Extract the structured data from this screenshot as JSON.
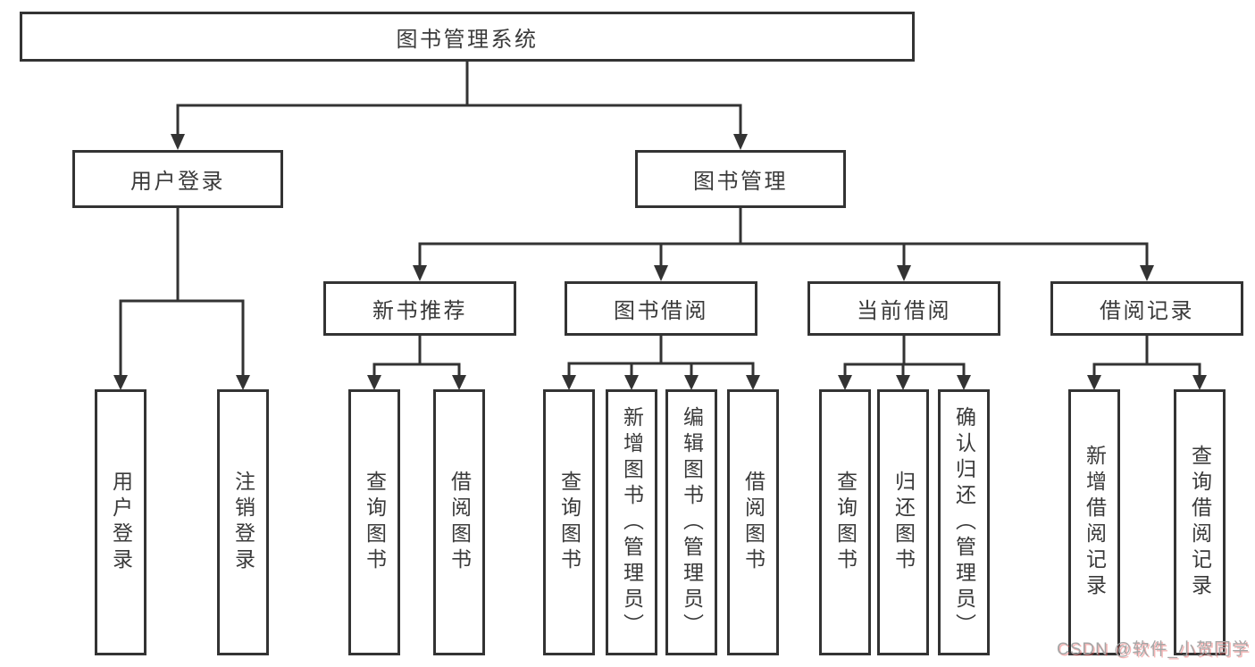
{
  "diagram": {
    "type": "hierarchy-flowchart",
    "title": "图书管理系统"
  },
  "tree": {
    "label": "图书管理系统",
    "children": [
      {
        "label": "用户登录",
        "children": [
          {
            "label": "用户登录"
          },
          {
            "label": "注销登录"
          }
        ]
      },
      {
        "label": "图书管理",
        "children": [
          {
            "label": "新书推荐",
            "children": [
              {
                "label": "查询图书"
              },
              {
                "label": "借阅图书"
              }
            ]
          },
          {
            "label": "图书借阅",
            "children": [
              {
                "label": "查询图书"
              },
              {
                "label": "新增图书（管理员）"
              },
              {
                "label": "编辑图书（管理员）"
              },
              {
                "label": "借阅图书"
              }
            ]
          },
          {
            "label": "当前借阅",
            "children": [
              {
                "label": "查询图书"
              },
              {
                "label": "归还图书"
              },
              {
                "label": "确认归还（管理员）"
              }
            ]
          },
          {
            "label": "借阅记录",
            "children": [
              {
                "label": "新增借阅记录"
              },
              {
                "label": "查询借阅记录"
              }
            ]
          }
        ]
      }
    ]
  },
  "watermark": "CSDN @软件_小贺同学",
  "colors": {
    "line": "#333333",
    "text": "#3a3a3a",
    "background": "#ffffff",
    "watermark_gray": "#a6a6a6",
    "watermark_red": "#eb5a5a"
  }
}
